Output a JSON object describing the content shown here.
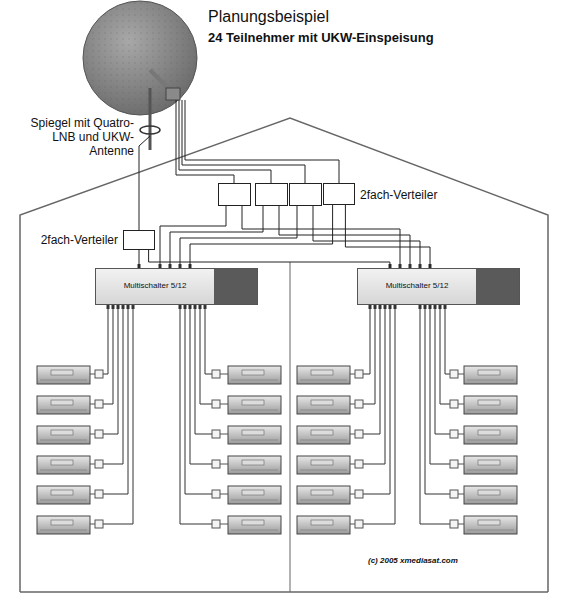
{
  "diagram": {
    "title": "Planungsbeispiel",
    "nodes": [
      {
        "text": [
          "2fach-Verteiler"
        ]
      },
      {
        "text": [
          "2fach-Verteiler"
        ]
      },
      {
        "text": [
          "Multischalter 5/12"
        ]
      },
      {
        "text": [
          "Multischalter 5/12"
        ]
      }
    ],
    "edges": [
      {
        "from": 0,
        "to": 2,
        "arrow": "none"
      },
      {
        "from": 0,
        "to": 3,
        "arrow": "none"
      },
      {
        "from": 1,
        "to": 2,
        "arrow": "none"
      },
      {
        "from": 1,
        "to": 3,
        "arrow": "none"
      }
    ],
    "labels": [
      "24 Teilnehmer mit UKW-Einspeisung",
      "Spiegel mit Quatro- LNB und UKW- Antenne",
      "(c) 2005 xmediasat.com"
    ]
  }
}
